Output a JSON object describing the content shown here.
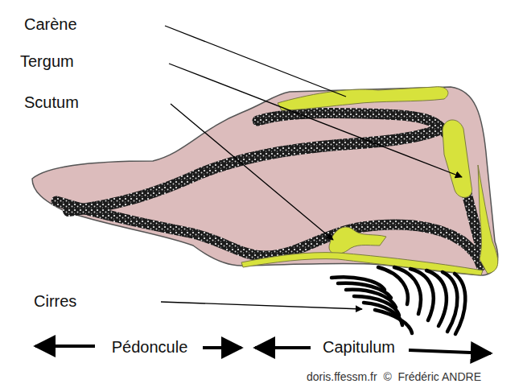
{
  "diagram": {
    "labels": [
      "Carène",
      "Tergum",
      "Scutum",
      "Cirres",
      "Pédoncule",
      "Capitulum",
      "doris.ffessm.fr  ©  Frédéric ANDRE"
    ]
  }
}
